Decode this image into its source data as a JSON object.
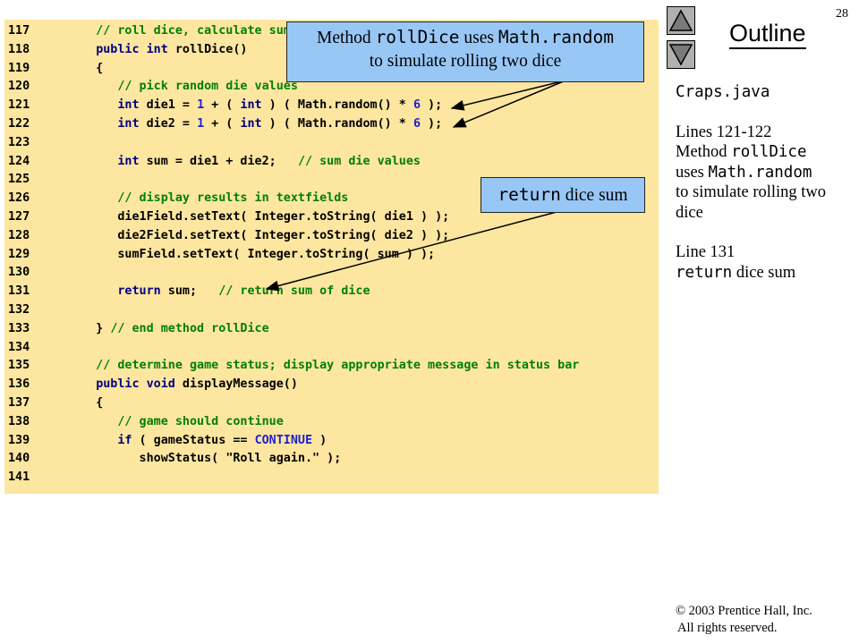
{
  "page_number": "28",
  "outline_title": "Outline",
  "code_lines": [
    {
      "num": "117",
      "parts": [
        {
          "t": "   // roll dice, calculate sum",
          "c": "cm"
        }
      ]
    },
    {
      "num": "118",
      "parts": [
        {
          "t": "   ",
          "c": "tx"
        },
        {
          "t": "public int",
          "c": "kw"
        },
        {
          "t": " rollDice()",
          "c": "tx"
        }
      ]
    },
    {
      "num": "119",
      "parts": [
        {
          "t": "   {",
          "c": "tx"
        }
      ]
    },
    {
      "num": "120",
      "parts": [
        {
          "t": "      // pick random die values",
          "c": "cm"
        }
      ]
    },
    {
      "num": "121",
      "parts": [
        {
          "t": "      ",
          "c": "tx"
        },
        {
          "t": "int",
          "c": "kw"
        },
        {
          "t": " die1 = ",
          "c": "tx"
        },
        {
          "t": "1",
          "c": "nm"
        },
        {
          "t": " + ( ",
          "c": "tx"
        },
        {
          "t": "int",
          "c": "kw"
        },
        {
          "t": " ) ( Math.random() * ",
          "c": "tx"
        },
        {
          "t": "6",
          "c": "nm"
        },
        {
          "t": " );",
          "c": "tx"
        }
      ]
    },
    {
      "num": "122",
      "parts": [
        {
          "t": "      ",
          "c": "tx"
        },
        {
          "t": "int",
          "c": "kw"
        },
        {
          "t": " die2 = ",
          "c": "tx"
        },
        {
          "t": "1",
          "c": "nm"
        },
        {
          "t": " + ( ",
          "c": "tx"
        },
        {
          "t": "int",
          "c": "kw"
        },
        {
          "t": " ) ( Math.random() * ",
          "c": "tx"
        },
        {
          "t": "6",
          "c": "nm"
        },
        {
          "t": " );",
          "c": "tx"
        }
      ]
    },
    {
      "num": "123",
      "parts": []
    },
    {
      "num": "124",
      "parts": [
        {
          "t": "      ",
          "c": "tx"
        },
        {
          "t": "int",
          "c": "kw"
        },
        {
          "t": " sum = die1 + die2;   ",
          "c": "tx"
        },
        {
          "t": "// sum die values",
          "c": "cm"
        }
      ]
    },
    {
      "num": "125",
      "parts": []
    },
    {
      "num": "126",
      "parts": [
        {
          "t": "      // display results in textfields",
          "c": "cm"
        }
      ]
    },
    {
      "num": "127",
      "parts": [
        {
          "t": "      die1Field.setText( Integer.toString( die1 ) );",
          "c": "tx"
        }
      ]
    },
    {
      "num": "128",
      "parts": [
        {
          "t": "      die2Field.setText( Integer.toString( die2 ) );",
          "c": "tx"
        }
      ]
    },
    {
      "num": "129",
      "parts": [
        {
          "t": "      sumField.setText( Integer.toString( sum ) );",
          "c": "tx"
        }
      ]
    },
    {
      "num": "130",
      "parts": []
    },
    {
      "num": "131",
      "parts": [
        {
          "t": "      ",
          "c": "tx"
        },
        {
          "t": "return",
          "c": "kw"
        },
        {
          "t": " sum;   ",
          "c": "tx"
        },
        {
          "t": "// return sum of dice",
          "c": "cm"
        }
      ]
    },
    {
      "num": "132",
      "parts": []
    },
    {
      "num": "133",
      "parts": [
        {
          "t": "   } ",
          "c": "tx"
        },
        {
          "t": "// end method rollDice",
          "c": "cm"
        }
      ]
    },
    {
      "num": "134",
      "parts": []
    },
    {
      "num": "135",
      "parts": [
        {
          "t": "   // determine game status; display appropriate message in status bar",
          "c": "cm"
        }
      ]
    },
    {
      "num": "136",
      "parts": [
        {
          "t": "   ",
          "c": "tx"
        },
        {
          "t": "public void",
          "c": "kw"
        },
        {
          "t": " displayMessage()",
          "c": "tx"
        }
      ]
    },
    {
      "num": "137",
      "parts": [
        {
          "t": "   {",
          "c": "tx"
        }
      ]
    },
    {
      "num": "138",
      "parts": [
        {
          "t": "      // game should continue",
          "c": "cm"
        }
      ]
    },
    {
      "num": "139",
      "parts": [
        {
          "t": "      ",
          "c": "tx"
        },
        {
          "t": "if",
          "c": "kw"
        },
        {
          "t": " ( gameStatus == ",
          "c": "tx"
        },
        {
          "t": "CONTINUE",
          "c": "nm"
        },
        {
          "t": " )",
          "c": "tx"
        }
      ]
    },
    {
      "num": "140",
      "parts": [
        {
          "t": "         showStatus( ",
          "c": "tx"
        },
        {
          "t": "\"Roll again.\"",
          "c": "st"
        },
        {
          "t": " );",
          "c": "tx"
        }
      ]
    },
    {
      "num": "141",
      "parts": []
    }
  ],
  "callout_rolldice": {
    "pre": "Method ",
    "code1": "rollDice",
    "mid": " uses ",
    "code2": "Math.random",
    "line2": "to simulate rolling two dice"
  },
  "callout_return": {
    "code": "return",
    "text": " dice sum"
  },
  "side_notes": {
    "file_name": "Craps.java",
    "lines_label_1": "Lines 121-122",
    "method_word": "Method ",
    "method_code": "rollDice",
    "uses_word": "uses ",
    "uses_code": "Math.random",
    "desc_1": "to simulate rolling two dice",
    "lines_label_2": "Line 131",
    "return_code": "return",
    "return_text": " dice sum"
  },
  "copyright": {
    "line1": "© 2003 Prentice Hall, Inc.",
    "line2": "All rights reserved."
  },
  "colors": {
    "code_background": "#fde6a0",
    "callout_background": "#98c7f6",
    "comment": "#008000",
    "keyword": "#00007f",
    "number_literal": "#1f1fd2"
  },
  "icons": [
    "up-triangle-icon",
    "down-triangle-icon"
  ]
}
